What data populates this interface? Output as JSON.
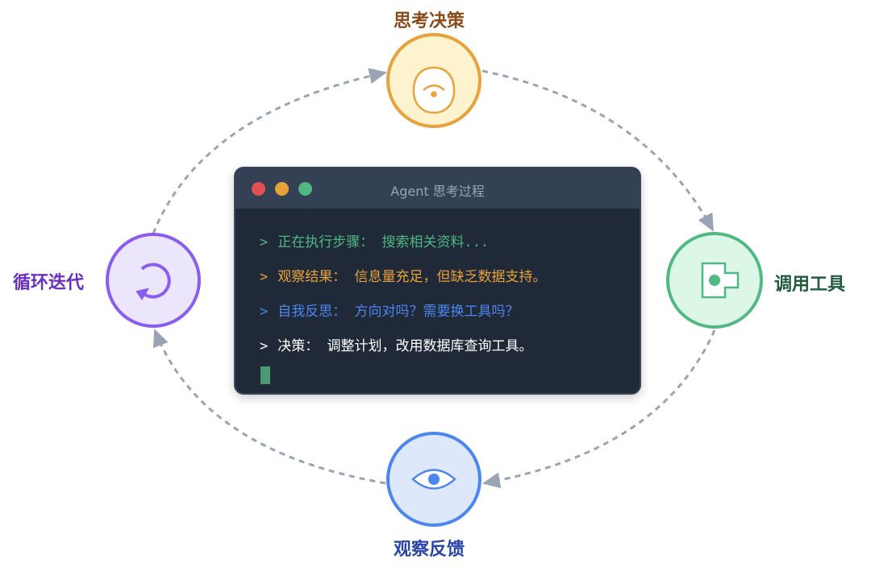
{
  "nodes": {
    "think": {
      "label": "思考决策",
      "icon": "egg-head-icon",
      "color": "#e8a23a",
      "fill": "#fdf3cf",
      "text_color": "#8a4a1a"
    },
    "tool": {
      "label": "调用工具",
      "icon": "puzzle-tool-icon",
      "color": "#52b883",
      "fill": "#dcf7e6",
      "text_color": "#1f5a3d"
    },
    "observe": {
      "label": "观察反馈",
      "icon": "eye-icon",
      "color": "#4c86f0",
      "fill": "#dde8fb",
      "text_color": "#2945a8"
    },
    "loop": {
      "label": "循环迭代",
      "icon": "refresh-icon",
      "color": "#8a5cf0",
      "fill": "#ece6fc",
      "text_color": "#6a2fc0"
    }
  },
  "terminal": {
    "title": "Agent 思考过程",
    "prompt": ">",
    "lines": [
      {
        "text": "正在执行步骤： 搜索相关资料...",
        "color": "#4fb882"
      },
      {
        "text": "观察结果： 信息量充足，但缺乏数据支持。",
        "color": "#e8a23a"
      },
      {
        "text": "自我反思： 方向对吗？需要换工具吗？",
        "color": "#4c86f0"
      },
      {
        "text": "决策： 调整计划，改用数据库查询工具。",
        "color": "#ffffff"
      }
    ]
  },
  "arrow_color": "#9aa4b4"
}
